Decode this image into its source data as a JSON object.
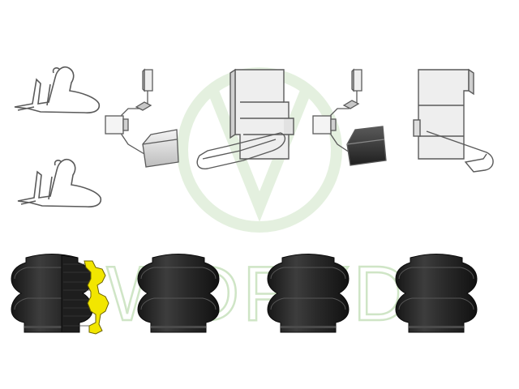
{
  "watermark": {
    "text": "WDPYD",
    "logo": "circular-vd-monogram",
    "color": "#cfe5c6"
  },
  "parts": {
    "clips": [
      {
        "name": "spring-clip-upper-left"
      },
      {
        "name": "spring-clip-lower-left"
      },
      {
        "name": "sensor-bracket-with-light-pad"
      },
      {
        "name": "pad-retainer-plate-with-wire-spring"
      },
      {
        "name": "sensor-bracket-with-dark-pad"
      },
      {
        "name": "retainer-plate-side-view"
      }
    ],
    "boots": [
      {
        "name": "guide-pin-boot-sectioned",
        "sectioned": true
      },
      {
        "name": "guide-pin-boot-2"
      },
      {
        "name": "guide-pin-boot-3"
      },
      {
        "name": "guide-pin-boot-4"
      }
    ]
  },
  "colors": {
    "background": "#ffffff",
    "line": "#5a5a5a",
    "metal": "#e6e6e6",
    "rubber": "#2c2c2c",
    "section-highlight": "#f2e600"
  }
}
